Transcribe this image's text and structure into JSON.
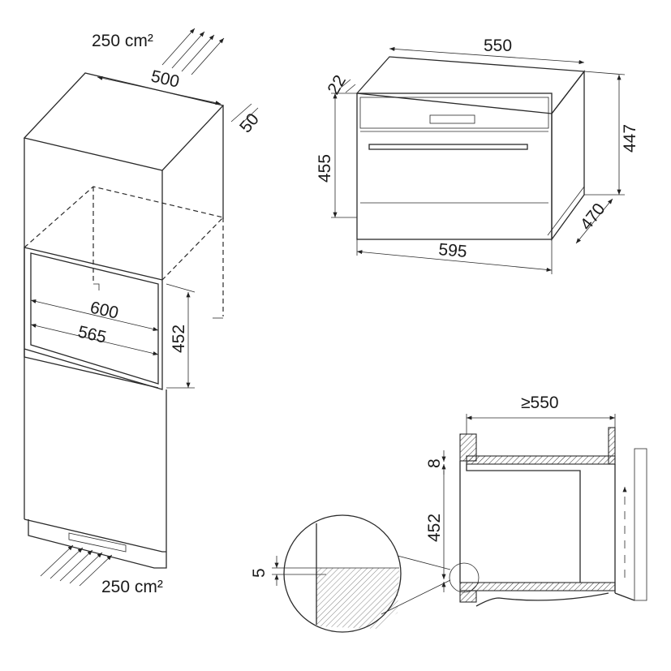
{
  "cabinet": {
    "vent_top": "250 cm²",
    "depth": "500",
    "gap": "50",
    "opening_width_outer": "600",
    "opening_width_inner": "565",
    "opening_height": "452",
    "vent_bottom": "250 cm²"
  },
  "oven": {
    "width_top": "550",
    "panel": "22",
    "front_height": "455",
    "body_height": "447",
    "depth": "470",
    "front_width": "595"
  },
  "section": {
    "min_width": "≥550",
    "gap_top": "8",
    "height": "452",
    "detail_gap": "5"
  }
}
